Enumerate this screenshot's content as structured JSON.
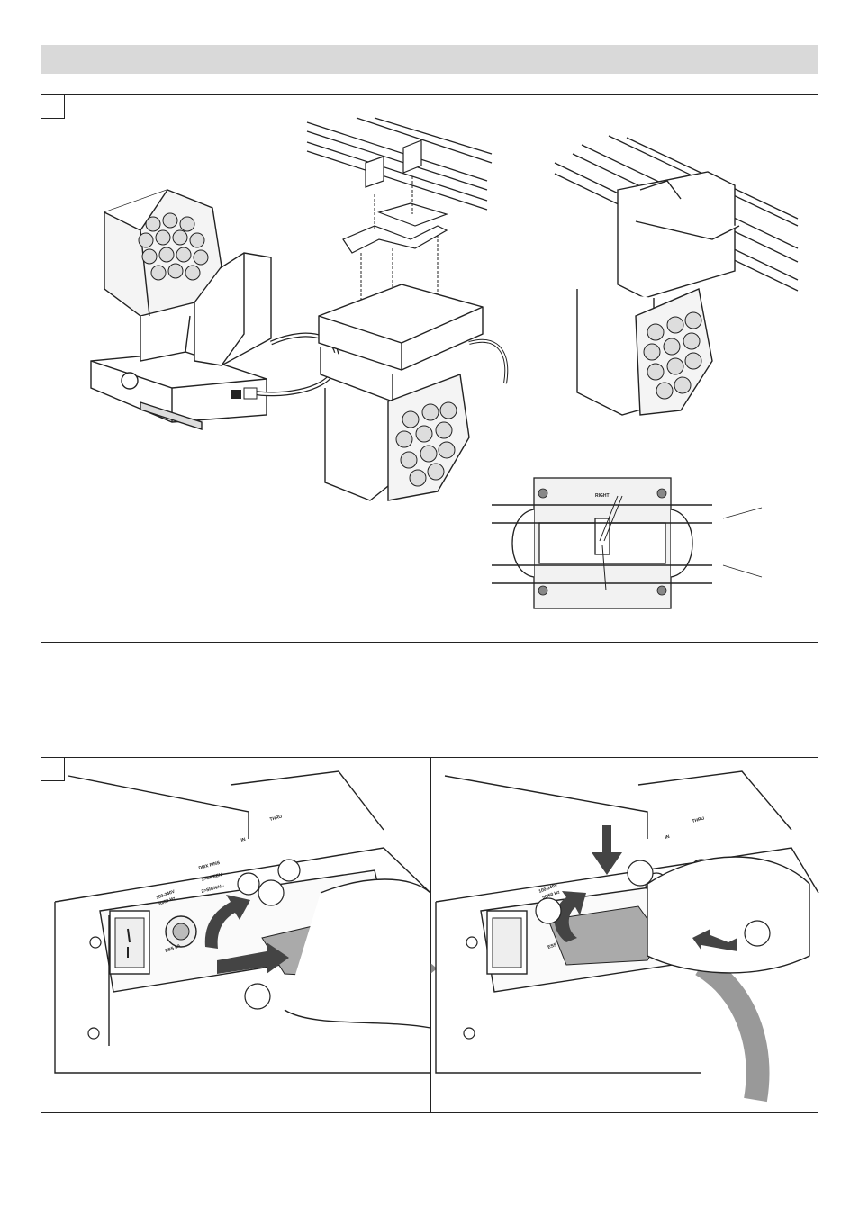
{
  "figure1": {
    "mount_label": "RIGHT"
  },
  "figure2": {
    "left": {
      "voltage": "100-240V",
      "frequency": "50/60 Hz",
      "dmx_title": "DMX PINS",
      "pin_green": "1=GREEN",
      "pin_signal": "2=SIGNAL-",
      "in_label": "IN",
      "thru_label": "THRU",
      "cable_label": "ESS 5A"
    },
    "right": {
      "voltage": "100-240V",
      "frequency": "50/60 Hz",
      "in_label": "IN",
      "thru_label": "THRU",
      "cable_label": "ESS 5A"
    }
  }
}
